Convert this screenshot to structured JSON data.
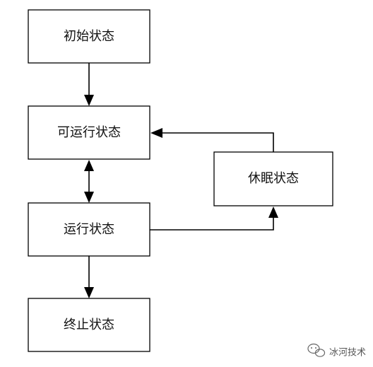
{
  "diagram": {
    "nodes": {
      "initial": "初始状态",
      "runnable": "可运行状态",
      "running": "运行状态",
      "terminated": "终止状态",
      "sleeping": "休眠状态"
    },
    "edges": [
      {
        "from": "初始状态",
        "to": "可运行状态",
        "direction": "one-way"
      },
      {
        "from": "可运行状态",
        "to": "运行状态",
        "direction": "two-way"
      },
      {
        "from": "运行状态",
        "to": "终止状态",
        "direction": "one-way"
      },
      {
        "from": "运行状态",
        "to": "休眠状态",
        "direction": "one-way"
      },
      {
        "from": "休眠状态",
        "to": "可运行状态",
        "direction": "one-way"
      }
    ]
  },
  "watermark": {
    "text": "冰河技术",
    "icon": "wechat-icon"
  }
}
